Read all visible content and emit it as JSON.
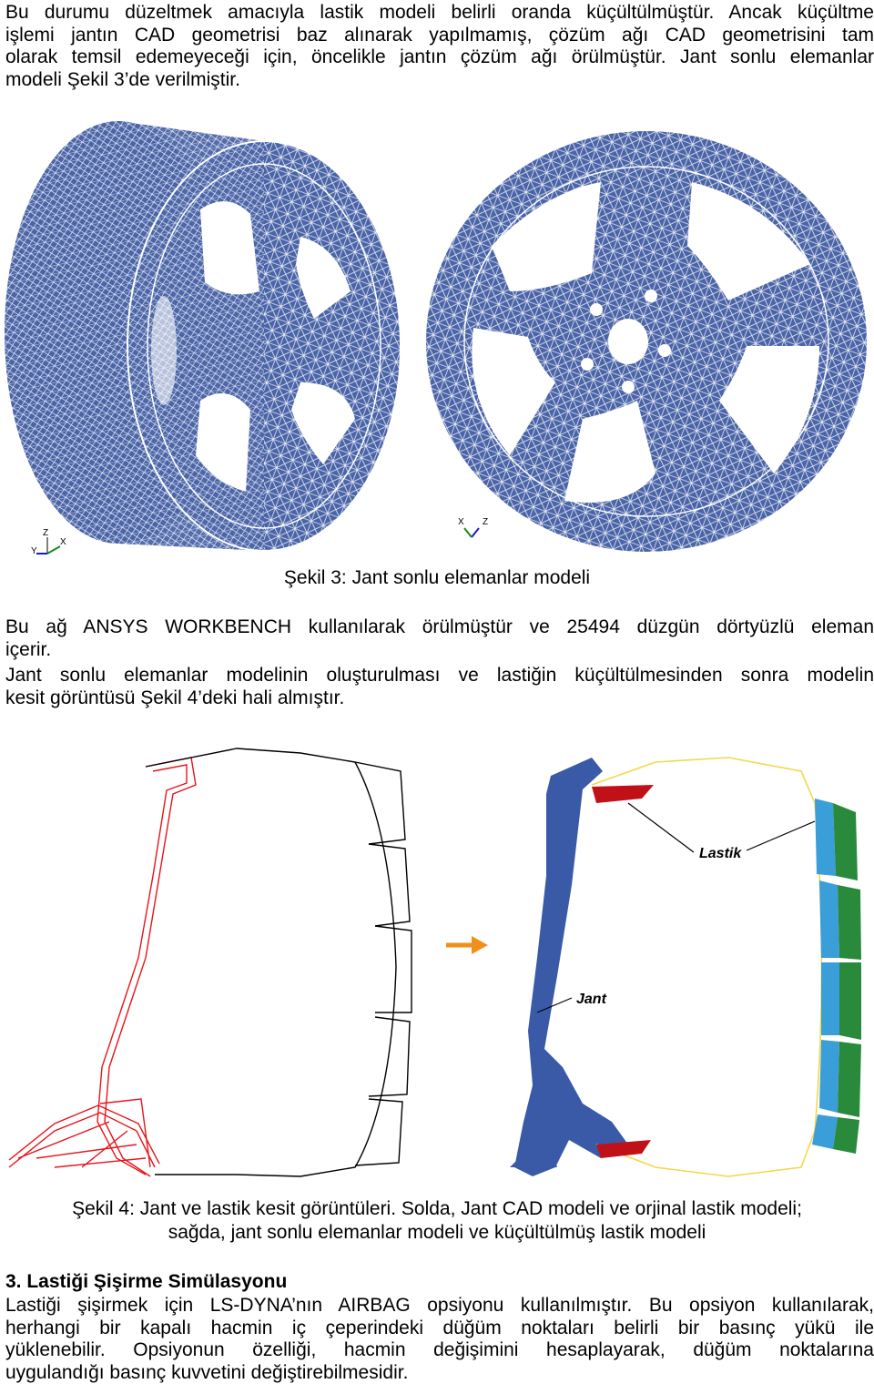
{
  "intro": {
    "lines": [
      "Bu durumu düzeltmek amacıyla lastik modeli belirli oranda küçültülmüştür. Ancak küçültme",
      "işlemi jantın CAD geometrisi baz alınarak yapılmamış, çözüm ağı CAD geometrisini tam",
      "olarak temsil edemeyeceği için, öncelikle jantın çözüm ağı örülmüştür. Jant sonlu elemanlar",
      "modeli Şekil 3’de verilmiştir."
    ]
  },
  "figure3": {
    "caption": "Şekil 3: Jant sonlu elemanlar modeli",
    "mesh_color": "#4a64a8",
    "mesh_line_color": "#ffffff",
    "left_axes": {
      "z": "Z",
      "y": "Y",
      "x": "X"
    },
    "right_axes": {
      "x": "X",
      "z": "Z"
    }
  },
  "para2": {
    "lines": [
      "Bu ağ ANSYS WORKBENCH kullanılarak örülmüştür ve 25494 düzgün dörtyüzlü eleman",
      "içerir."
    ]
  },
  "para3": {
    "lines": [
      "Jant sonlu elemanlar modelinin oluşturulması ve lastiğin küçültülmesinden sonra modelin",
      "kesit görüntüsü Şekil 4’deki hali almıştır."
    ]
  },
  "figure4": {
    "label_lastik": "Lastik",
    "label_jant": "Jant",
    "caption_line1": "Şekil 4: Jant ve lastik kesit görüntüleri. Solda, Jant CAD modeli ve orjinal lastik modeli;",
    "caption_line2": "sağda, jant sonlu elemanlar modeli ve küçültülmüş lastik modeli",
    "colors": {
      "cad_rim": "#e8141c",
      "fe_rim": "#3a5aa8",
      "tread_blue": "#3a9ed8",
      "tread_green": "#2a8a3c",
      "bead": "#c01018",
      "arrow": "#f0901c",
      "sidewall": "#f2d84a"
    }
  },
  "section3": {
    "heading": "3. Lastiği Şişirme Simülasyonu",
    "lines": [
      "Lastiği şişirmek için LS-DYNA’nın AIRBAG opsiyonu kullanılmıştır. Bu opsiyon kullanılarak,",
      "herhangi bir kapalı hacmin iç çeperindeki düğüm noktaları belirli bir basınç yükü ile",
      "yüklenebilir. Opsiyonun özelliği, hacmin değişimini hesaplayarak, düğüm noktalarına",
      "uygulandığı basınç kuvvetini değiştirebilmesidir."
    ]
  }
}
